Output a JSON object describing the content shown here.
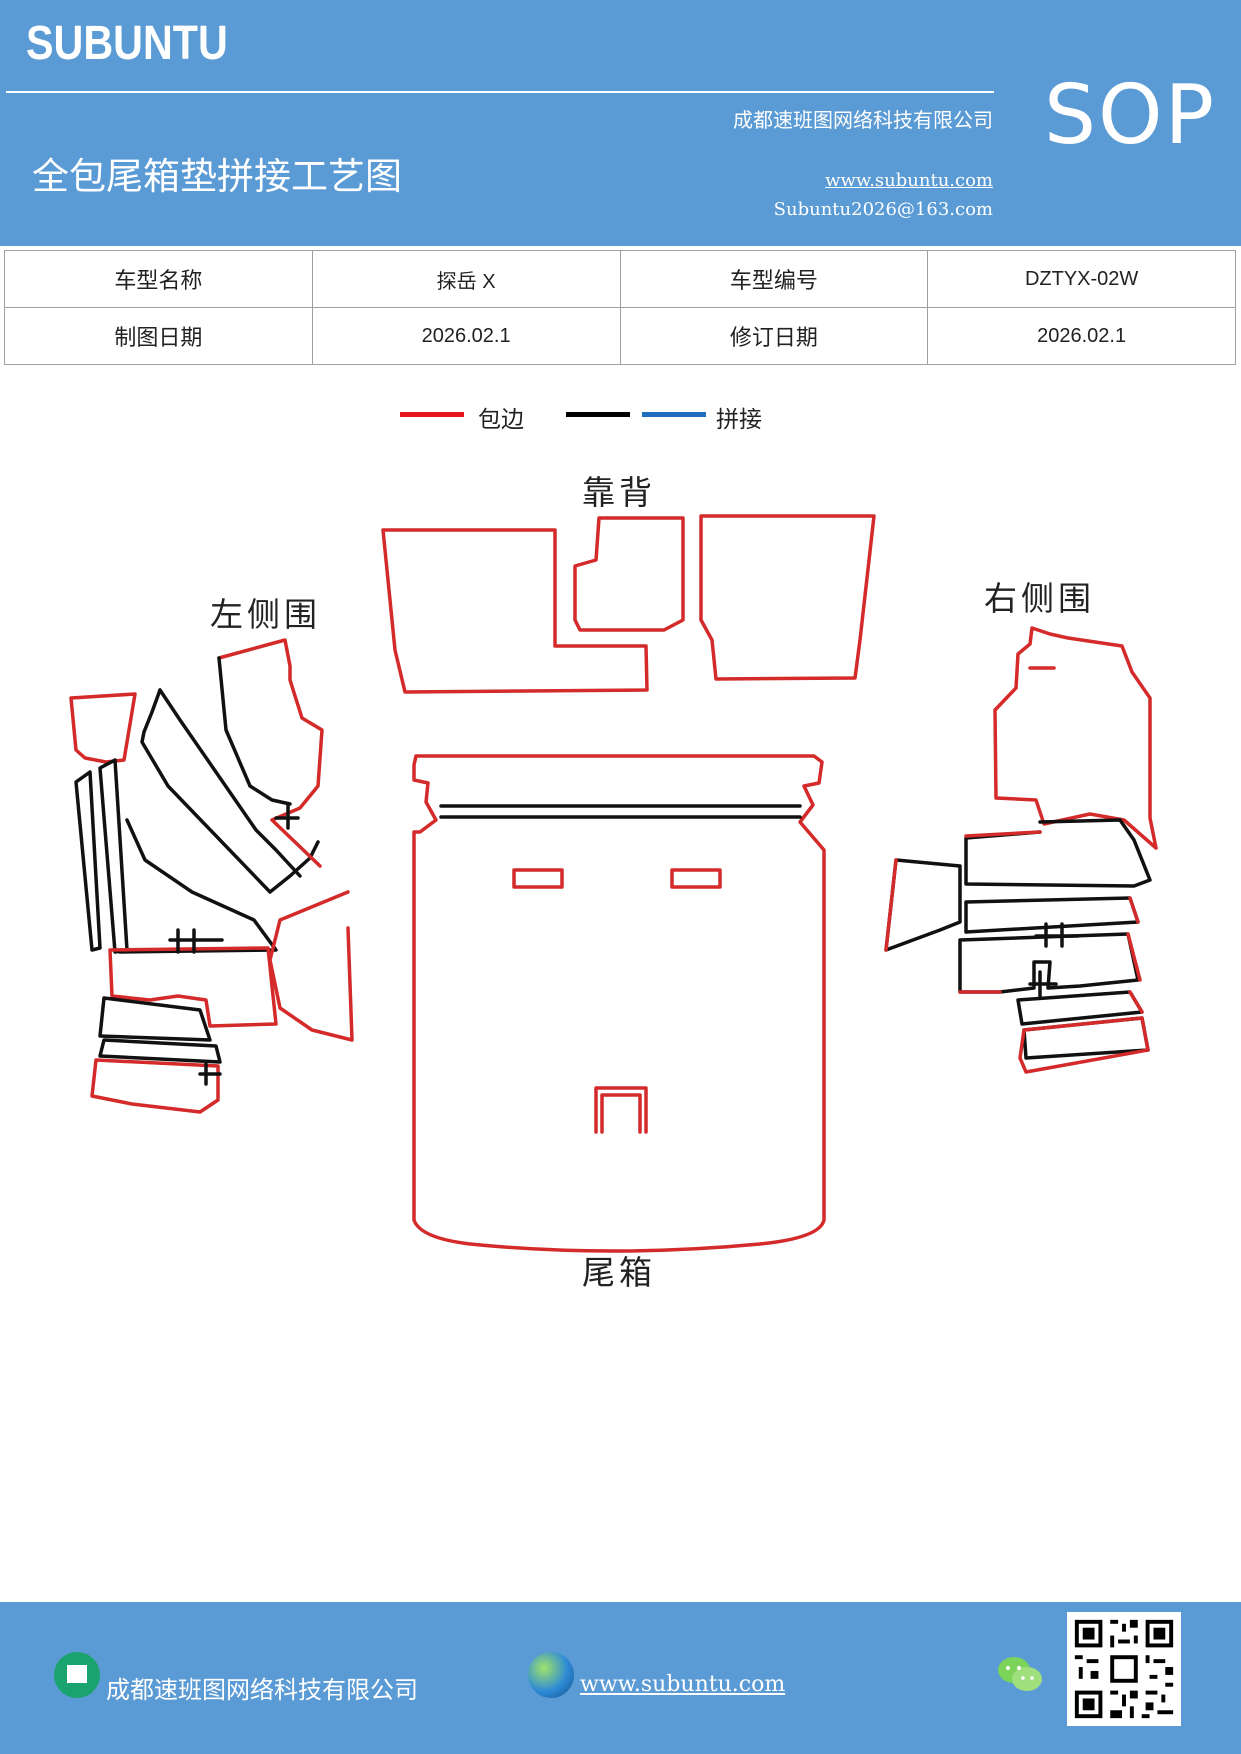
{
  "header": {
    "brand": "SUBUNTU",
    "company": "成都速班图网络科技有限公司",
    "title": "全包尾箱垫拼接工艺图",
    "website": "www.subuntu.com",
    "email": "Subuntu2026@163.com",
    "badge": "SOP",
    "bg_color": "#5b9bd5"
  },
  "info_table": {
    "rows": [
      {
        "label1": "车型名称",
        "value1": "探岳 X",
        "label2": "车型编号",
        "value2": "DZTYX-02W"
      },
      {
        "label1": "制图日期",
        "value1": "2026.02.1",
        "label2": "修订日期",
        "value2": "2026.02.1"
      }
    ]
  },
  "legend": {
    "items": [
      {
        "color": "#e8141b",
        "label": "包边"
      },
      {
        "color": "#000000",
        "label": ""
      },
      {
        "color": "#1f6fbf",
        "label": "拼接"
      }
    ]
  },
  "diagram": {
    "labels": {
      "backrest": "靠背",
      "left_side": "左侧围",
      "right_side": "右侧围",
      "trunk": "尾箱"
    },
    "edge_color": "#d42a2a",
    "seam_color": "#111111"
  },
  "footer": {
    "company": "成都速班图网络科技有限公司",
    "website": "www.subuntu.com",
    "icons": [
      "building-icon",
      "globe-icon",
      "wechat-icon",
      "qr-code"
    ]
  }
}
